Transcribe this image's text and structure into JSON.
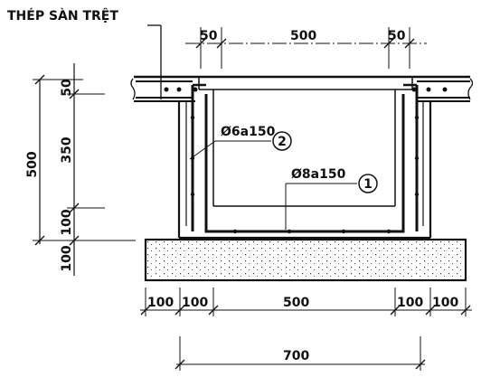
{
  "title": "THÉP SÀN TRỆT",
  "top_dims": [
    "50",
    "500",
    "50"
  ],
  "left_total": "500",
  "left_dims": [
    "50",
    "350",
    "100",
    "100"
  ],
  "bottom_dims": [
    "100",
    "100",
    "500",
    "100",
    "100"
  ],
  "overall_width": "700",
  "rebar": [
    {
      "spec": "Ø6a150",
      "marker": "2"
    },
    {
      "spec": "Ø8a150",
      "marker": "1"
    }
  ],
  "colors": {
    "line": "#111111",
    "background": "#ffffff"
  }
}
